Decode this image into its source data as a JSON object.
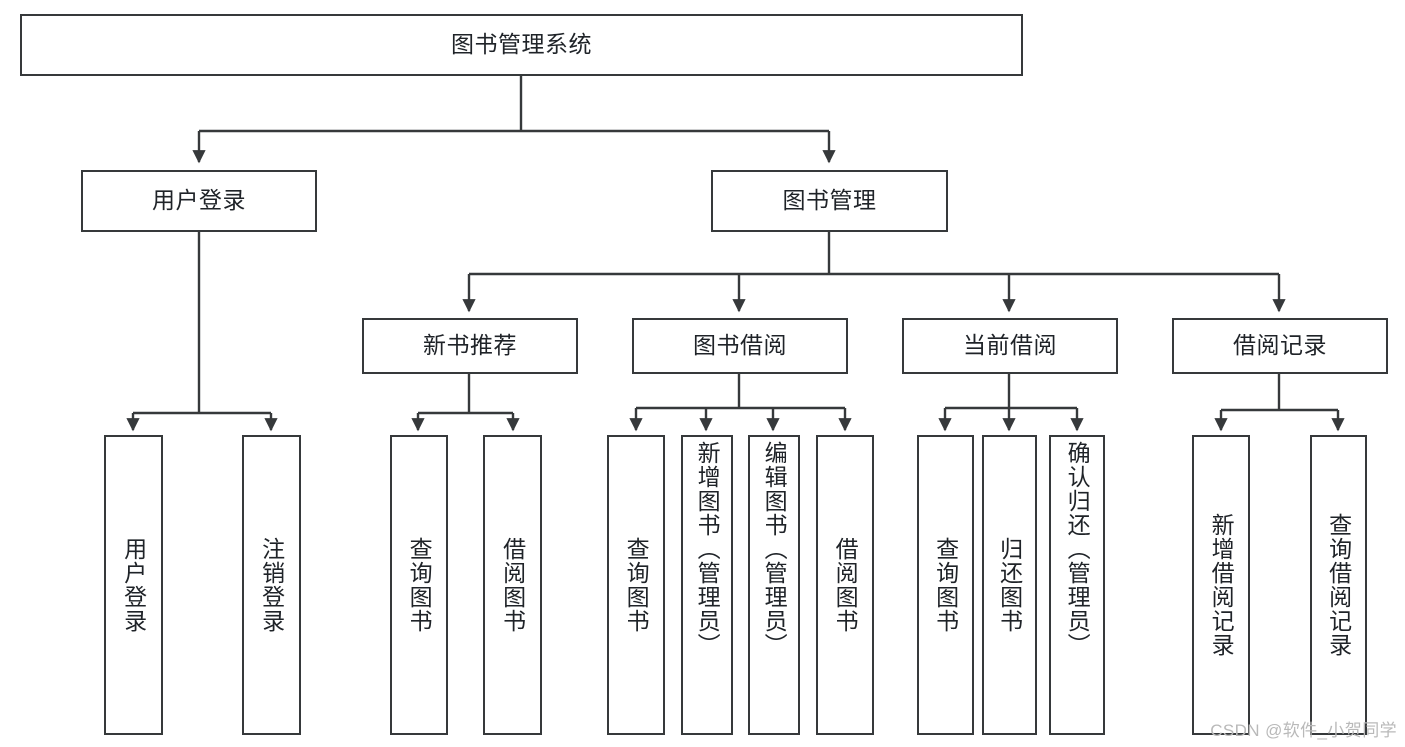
{
  "diagram": {
    "type": "tree-hierarchy-chart",
    "title": "图书管理系统",
    "stroke_color": "#36393b",
    "fill_color": "#ffffff",
    "text_color": "#1f2328",
    "root": {
      "label": "图书管理系统"
    },
    "level1": [
      {
        "label": "用户登录"
      },
      {
        "label": "图书管理"
      }
    ],
    "level2": [
      {
        "label": "新书推荐"
      },
      {
        "label": "图书借阅"
      },
      {
        "label": "当前借阅"
      },
      {
        "label": "借阅记录"
      }
    ],
    "leaves": {
      "user_login": [
        {
          "label": "用户登录"
        },
        {
          "label": "注销登录"
        }
      ],
      "new_book_recommend": [
        {
          "label": "查询图书"
        },
        {
          "label": "借阅图书"
        }
      ],
      "book_borrow": [
        {
          "label": "查询图书"
        },
        {
          "label": "新增图书（管理员）"
        },
        {
          "label": "编辑图书（管理员）"
        },
        {
          "label": "借阅图书"
        }
      ],
      "current_borrow": [
        {
          "label": "查询图书"
        },
        {
          "label": "归还图书"
        },
        {
          "label": "确认归还（管理员）"
        }
      ],
      "borrow_record": [
        {
          "label": "新增借阅记录"
        },
        {
          "label": "查询借阅记录"
        }
      ]
    }
  },
  "watermark": {
    "text": "CSDN @软件_小贺同学"
  }
}
